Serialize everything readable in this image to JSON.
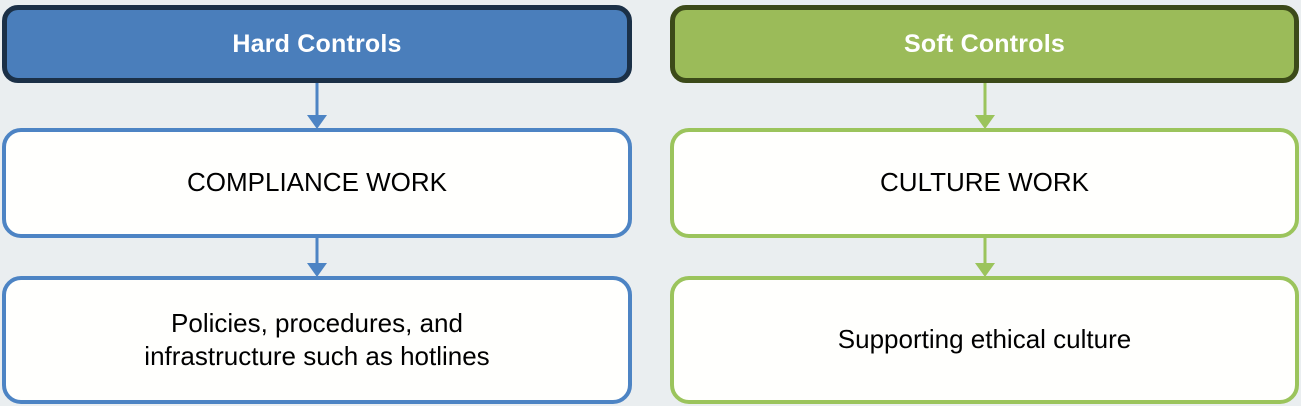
{
  "background_color": "#eaeef0",
  "columns": [
    {
      "id": "hard-controls",
      "accent_color": "#4a7ebb",
      "border_color": "#1b3047",
      "outline_color": "#4d84c4",
      "header": "Hard Controls",
      "middle": "COMPLIANCE WORK",
      "bottom": "Policies, procedures, and\ninfrastructure such as hotlines"
    },
    {
      "id": "soft-controls",
      "accent_color": "#9bbb59",
      "border_color": "#3c4a19",
      "outline_color": "#9bc45c",
      "header": "Soft Controls",
      "middle": "CULTURE WORK",
      "bottom": "Supporting ethical culture"
    }
  ]
}
